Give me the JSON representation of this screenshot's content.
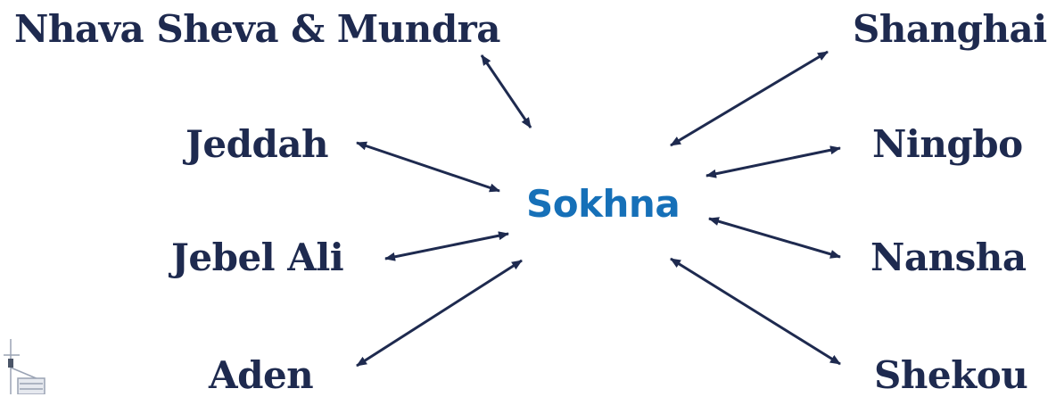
{
  "colors": {
    "port_text": "#1e2a4f",
    "hub_text": "#1670b8",
    "arrow": "#1e2a4f"
  },
  "hub": {
    "label": "Sokhna"
  },
  "ports": {
    "nhava_sheva_mundra": "Nhava Sheva & Mundra",
    "jeddah": "Jeddah",
    "jebel_ali": "Jebel Ali",
    "aden": "Aden",
    "shanghai": "Shanghai",
    "ningbo": "Ningbo",
    "nansha": "Nansha",
    "shekou": "Shekou"
  },
  "decoration": {
    "image": "ship-mast-icon"
  }
}
